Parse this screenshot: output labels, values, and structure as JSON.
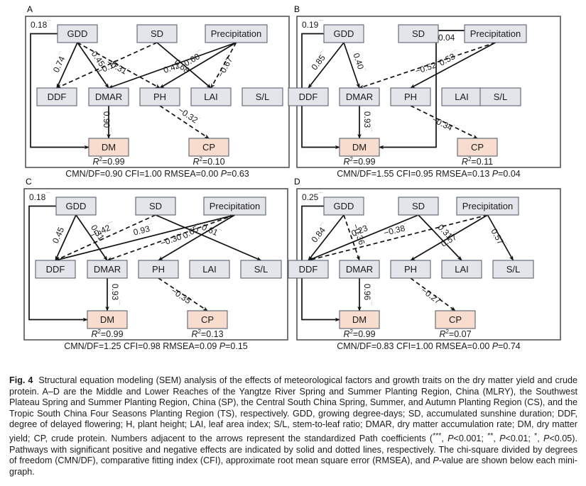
{
  "colors": {
    "exogenous_fill": "#e3e5ea",
    "endogenous_fill": "#f8dccd",
    "node_stroke": "#5b6370",
    "edge": "#111111",
    "frame": "#555555"
  },
  "panels": [
    {
      "letter": "A",
      "region": "MLRY",
      "nodes": [
        "GDD",
        "SD",
        "Precipitation",
        "DDF",
        "DMAR",
        "PH",
        "LAI",
        "S/L",
        "DM",
        "CP"
      ],
      "paths": [
        {
          "from": "GDD",
          "to": "DM",
          "coef": "0.18",
          "sig": "***",
          "sign": "positive",
          "style": "solid"
        },
        {
          "from": "GDD",
          "to": "DDF",
          "coef": "0.74",
          "sig": "***",
          "sign": "positive",
          "style": "solid"
        },
        {
          "from": "GDD",
          "to": "DMAR",
          "coef": "0.45",
          "sig": "***",
          "sign": "positive",
          "style": "solid"
        },
        {
          "from": "GDD",
          "to": "PH",
          "coef": "−0.31",
          "sig": "*",
          "sign": "negative",
          "style": "dashed"
        },
        {
          "from": "SD",
          "to": "DDF",
          "coef": "−0.15",
          "sig": "",
          "sign": "negative",
          "style": "dashed"
        },
        {
          "from": "SD",
          "to": "LAI",
          "coef": "0.68",
          "sig": "*",
          "sign": "positive",
          "style": "solid"
        },
        {
          "from": "Precipitation",
          "to": "DMAR",
          "coef": "0.42",
          "sig": "**",
          "sign": "positive",
          "style": "solid"
        },
        {
          "from": "Precipitation",
          "to": "PH",
          "coef": "0.60",
          "sig": "***",
          "sign": "positive",
          "style": "solid"
        },
        {
          "from": "Precipitation",
          "to": "LAI",
          "coef": "−0.67",
          "sig": "*",
          "sign": "negative",
          "style": "dashed"
        },
        {
          "from": "DMAR",
          "to": "DM",
          "coef": "0.90",
          "sig": "***",
          "sign": "positive",
          "style": "solid"
        },
        {
          "from": "PH",
          "to": "CP",
          "coef": "−0.32",
          "sig": "*",
          "sign": "negative",
          "style": "dashed"
        }
      ],
      "r2": {
        "DM": "0.99",
        "CP": "0.10"
      },
      "fit": {
        "cmn_df": "0.90",
        "cfi": "1.00",
        "rmsea": "0.00",
        "p": "0.63"
      }
    },
    {
      "letter": "B",
      "region": "SP",
      "nodes": [
        "GDD",
        "SD",
        "Precipitation",
        "DDF",
        "DMAR",
        "PH",
        "LAI",
        "S/L",
        "DM",
        "CP"
      ],
      "paths": [
        {
          "from": "GDD",
          "to": "DM",
          "coef": "0.19",
          "sig": "***",
          "sign": "positive",
          "style": "solid"
        },
        {
          "from": "GDD",
          "to": "DDF",
          "coef": "0.85",
          "sig": "***",
          "sign": "positive",
          "style": "solid"
        },
        {
          "from": "GDD",
          "to": "DMAR",
          "coef": "0.40",
          "sig": "**",
          "sign": "positive",
          "style": "solid"
        },
        {
          "from": "Precipitation",
          "to": "DM",
          "coef": "0.04",
          "sig": "*",
          "sign": "positive",
          "style": "solid"
        },
        {
          "from": "Precipitation",
          "to": "DMAR",
          "coef": "−0.52",
          "sig": "***",
          "sign": "negative",
          "style": "dashed"
        },
        {
          "from": "Precipitation",
          "to": "PH",
          "coef": "0.53",
          "sig": "***",
          "sign": "positive",
          "style": "solid"
        },
        {
          "from": "DMAR",
          "to": "DM",
          "coef": "0.93",
          "sig": "***",
          "sign": "positive",
          "style": "solid"
        },
        {
          "from": "PH",
          "to": "CP",
          "coef": "−0.34",
          "sig": "*",
          "sign": "negative",
          "style": "dashed"
        }
      ],
      "r2": {
        "DM": "0.99",
        "CP": "0.11"
      },
      "fit": {
        "cmn_df": "1.55",
        "cfi": "0.95",
        "rmsea": "0.13",
        "p": "0.04"
      }
    },
    {
      "letter": "C",
      "region": "CS",
      "nodes": [
        "GDD",
        "SD",
        "Precipitation",
        "DDF",
        "DMAR",
        "PH",
        "LAI",
        "S/L",
        "DM",
        "CP"
      ],
      "paths": [
        {
          "from": "GDD",
          "to": "DM",
          "coef": "0.18",
          "sig": "***",
          "sign": "positive",
          "style": "solid"
        },
        {
          "from": "GDD",
          "to": "DDF",
          "coef": "0.45",
          "sig": "*",
          "sign": "positive",
          "style": "solid"
        },
        {
          "from": "GDD",
          "to": "DMAR",
          "coef": "0.31",
          "sig": "*",
          "sign": "positive",
          "style": "solid"
        },
        {
          "from": "SD",
          "to": "DDF",
          "coef": "−0.42",
          "sig": "***",
          "sign": "negative",
          "style": "dashed"
        },
        {
          "from": "SD",
          "to": "S/L",
          "coef": "0.61",
          "sig": "**",
          "sign": "positive",
          "style": "solid"
        },
        {
          "from": "Precipitation",
          "to": "DDF",
          "coef": "0.93",
          "sig": "**",
          "sign": "positive",
          "style": "solid"
        },
        {
          "from": "Precipitation",
          "to": "DMAR",
          "coef": "−0.30",
          "sig": "*",
          "sign": "negative",
          "style": "dashed"
        },
        {
          "from": "Precipitation",
          "to": "PH",
          "coef": "0.65",
          "sig": "***",
          "sign": "positive",
          "style": "solid"
        },
        {
          "from": "DMAR",
          "to": "DM",
          "coef": "0.93",
          "sig": "***",
          "sign": "positive",
          "style": "solid"
        },
        {
          "from": "PH",
          "to": "CP",
          "coef": "−0.35",
          "sig": "*",
          "sign": "negative",
          "style": "dashed"
        }
      ],
      "r2": {
        "DM": "0.99",
        "CP": "0.13"
      },
      "fit": {
        "cmn_df": "1.25",
        "cfi": "0.98",
        "rmsea": "0.09",
        "p": "0.15"
      }
    },
    {
      "letter": "D",
      "region": "TS",
      "nodes": [
        "GDD",
        "SD",
        "Precipitation",
        "DDF",
        "DMAR",
        "PH",
        "LAI",
        "S/L",
        "DM",
        "CP"
      ],
      "paths": [
        {
          "from": "GDD",
          "to": "DM",
          "coef": "0.25",
          "sig": "***",
          "sign": "positive",
          "style": "solid"
        },
        {
          "from": "GDD",
          "to": "DDF",
          "coef": "0.84",
          "sig": "***",
          "sign": "positive",
          "style": "solid"
        },
        {
          "from": "GDD",
          "to": "DMAR",
          "coef": "−0.36",
          "sig": "*",
          "sign": "negative",
          "style": "dashed"
        },
        {
          "from": "SD",
          "to": "DDF",
          "coef": "0.23",
          "sig": "*",
          "sign": "positive",
          "style": "solid"
        },
        {
          "from": "SD",
          "to": "LAI",
          "coef": "0.31",
          "sig": "*",
          "sign": "positive",
          "style": "solid"
        },
        {
          "from": "Precipitation",
          "to": "DDF",
          "coef": "−0.38",
          "sig": "**",
          "sign": "negative",
          "style": "dashed"
        },
        {
          "from": "Precipitation",
          "to": "PH",
          "coef": "0.57",
          "sig": "**",
          "sign": "positive",
          "style": "solid"
        },
        {
          "from": "Precipitation",
          "to": "S/L",
          "coef": "0.57",
          "sig": "***",
          "sign": "positive",
          "style": "solid"
        },
        {
          "from": "DMAR",
          "to": "DM",
          "coef": "0.96",
          "sig": "***",
          "sign": "positive",
          "style": "solid"
        },
        {
          "from": "PH",
          "to": "CP",
          "coef": "−0.27",
          "sig": "*",
          "sign": "negative",
          "style": "dashed"
        }
      ],
      "r2": {
        "DM": "0.99",
        "CP": "0.07"
      },
      "fit": {
        "cmn_df": "0.83",
        "cfi": "1.00",
        "rmsea": "0.00",
        "p": "0.74"
      }
    }
  ],
  "labels": {
    "r2_prefix": "R",
    "r2_sup": "2",
    "cmn_df": "CMN/DF=",
    "cfi": "CFI=",
    "rmsea": "RMSEA=",
    "p": "P",
    "p_eq": "="
  },
  "caption": {
    "fig_label": "Fig. 4",
    "p1": "Structural equation modeling (SEM) analysis of the effects of meteorological factors and growth traits on the dry matter yield and crude protein.  A–D are the Middle and Lower Reaches of the Yangtze River Spring and Summer Planting Region, China (MLRY), the Southwest Plateau Spring and Summer Planting Region, China (SP), the Central South China Spring, Summer, and Autumn Planting Region (CS), and the Tropic South China Four Seasons Planting Region (TS), respectively.  GDD, growing degree-days; SD, accumulated sunshine duration; DDF, degree of delayed flowering; H, plant height; LAI, leaf area index; S/L, stem-to-leaf ratio; DMAR, dry matter accumulation rate; DM, dry matter yield; CP, crude protein.  Numbers adjacent to the arrows represent the standardized Path coefficients (",
    "sig3": "***",
    "p2": ", ",
    "pval1": "P",
    "p3": "<0.001; ",
    "sig2": "**",
    "p4": ", ",
    "pval2": "P",
    "p5": "<0.01; ",
    "sig1": "*",
    "p6": ", ",
    "pval3": "P",
    "p7": "<0.05).  Pathways with significant positive and negative effects are indicated by solid and dotted lines, respectively.  The chi-square divided by degrees of freedom (CMN/DF), comparative fitting index (CFI), approximate root mean square error (RMSEA), and ",
    "pval4": "P",
    "p8": "-value are shown below each mini-graph."
  }
}
